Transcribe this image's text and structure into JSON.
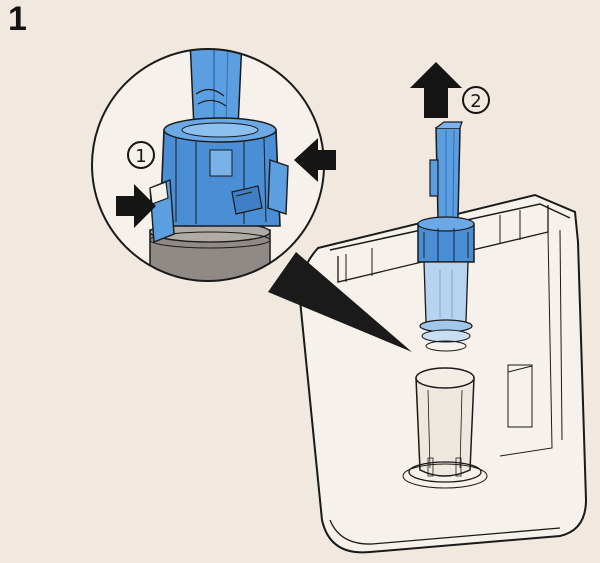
{
  "figure": {
    "step_number": "1",
    "callouts": [
      {
        "id": "callout-1",
        "label": "1"
      },
      {
        "id": "callout-2",
        "label": "2"
      }
    ]
  },
  "colors": {
    "background": "#f1e9df",
    "part_blue": "#5b9fe0",
    "part_blue_dark": "#2f6fb8",
    "outline": "#1a1a1a",
    "arrow": "#151515",
    "tank_fill": "#f6f1ea",
    "sleeve_gray": "#8f8a86"
  },
  "icons": {
    "press_arrows": "inward-arrow-icon",
    "lift_arrow": "up-arrow-icon"
  }
}
